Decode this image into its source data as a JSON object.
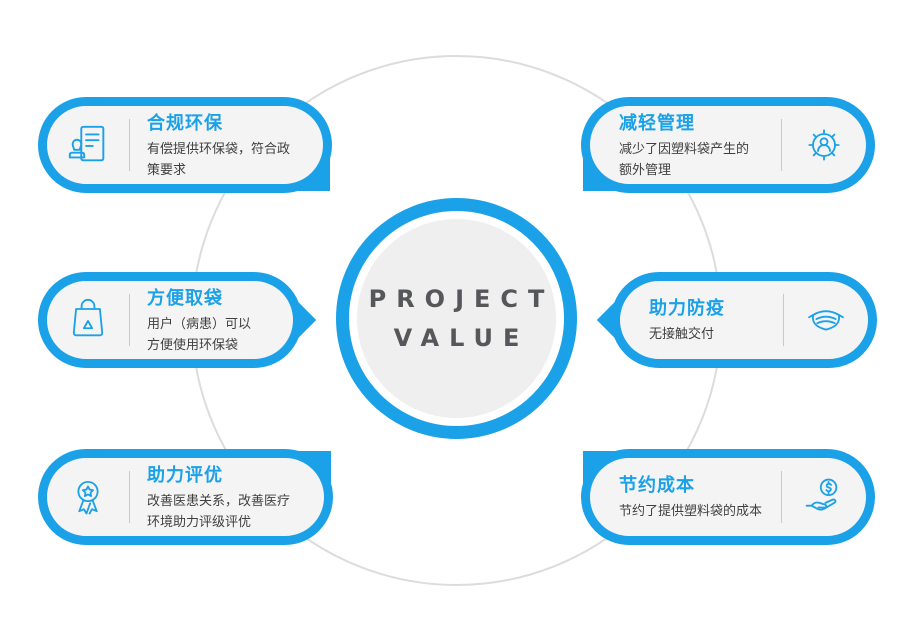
{
  "center": {
    "line1": "PROJECT",
    "line2": "VALUE"
  },
  "cards": {
    "top_left": {
      "title": "合规环保",
      "desc": "有偿提供环保袋，符合政\n策要求",
      "icon": "stamp-document-icon"
    },
    "mid_left": {
      "title": "方便取袋",
      "desc": "用户（病患）可以\n方便使用环保袋",
      "icon": "recycle-bag-icon"
    },
    "bottom_left": {
      "title": "助力评优",
      "desc": "改善医患关系，改善医疗\n环境助力评级评优",
      "icon": "award-medal-icon"
    },
    "top_right": {
      "title": "减轻管理",
      "desc": "减少了因塑料袋产生的\n额外管理",
      "icon": "gear-person-icon"
    },
    "mid_right": {
      "title": "助力防疫",
      "desc": "无接触交付",
      "icon": "face-mask-icon"
    },
    "bottom_right": {
      "title": "节约成本",
      "desc": "节约了提供塑料袋的成本",
      "icon": "hand-coin-icon"
    }
  },
  "colors": {
    "accent": "#1BA1E8",
    "card-bg": "#F4F4F4",
    "ring": "#DCDCDC",
    "center-bg": "#EFEFEF",
    "center-text": "#55575A",
    "desc-text": "#3F3F3F",
    "divider": "#C9C9C9"
  }
}
